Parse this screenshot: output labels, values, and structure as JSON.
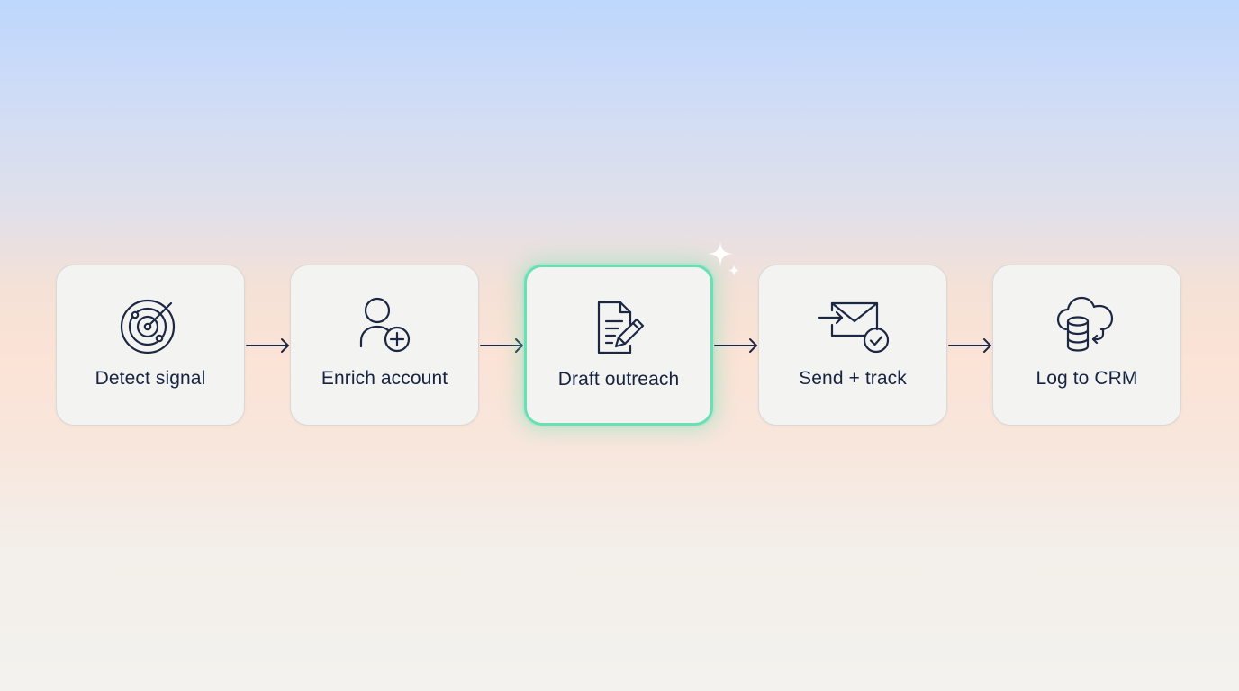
{
  "steps": [
    {
      "label": "Detect signal",
      "icon": "radar-icon",
      "active": false
    },
    {
      "label": "Enrich account",
      "icon": "add-user-icon",
      "active": false
    },
    {
      "label": "Draft outreach",
      "icon": "document-edit-icon",
      "active": true
    },
    {
      "label": "Send + track",
      "icon": "send-mail-check-icon",
      "active": false
    },
    {
      "label": "Log to CRM",
      "icon": "cloud-database-icon",
      "active": false
    }
  ],
  "colors": {
    "text": "#172340",
    "icon_stroke": "#1c2744",
    "active_border": "#69dfb5",
    "card_background": "#f3f3f1"
  }
}
